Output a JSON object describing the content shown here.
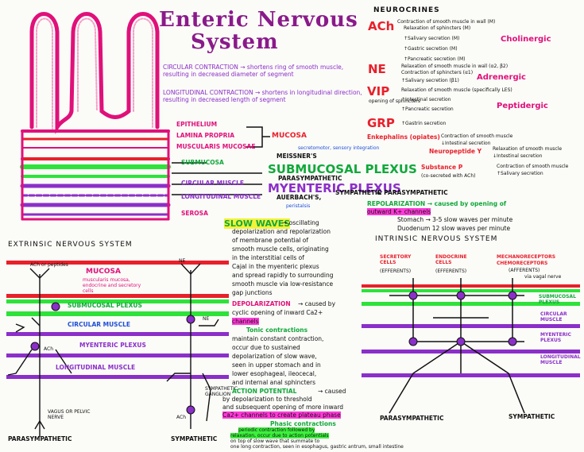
{
  "title_line1": "Enteric Nervous",
  "title_line2": "System",
  "intro": {
    "circular": "CIRCULAR CONTRACTION → shortens ring of smooth muscle, resulting in decreased diameter of segment",
    "longitudinal": "LONGITUDINAL CONTRACTION → shortens in longitudinal direction, resulting in decreased length of segment"
  },
  "layers": {
    "epithelium": "EPITHELIUM",
    "lamina": "LAMINA PROPRIA",
    "muscularis": "MUSCULARIS MUCOSAE",
    "mucosa": "MUCOSA",
    "submucosa": "SUBMUCOSA",
    "circular": "CIRCULAR MUSCLE",
    "longitudinal": "LONGITUDINAL MUSCLE",
    "serosa": "SEROSA"
  },
  "plexus": {
    "submucosal": "SUBMUCOSAL PLEXUS",
    "meissners": "MEISSNER'S",
    "sec": "secretomotor, sensory integration",
    "parasym": "PARASYMPATHETIC",
    "myenteric": "MYENTERIC PLEXUS",
    "auerbachs": "AUERBACH'S,",
    "sym": "SYMPATHETIC",
    "para2": "& PARASYMPATHETIC",
    "motor": "peristalsis"
  },
  "neurocrines": {
    "heading": "NEUROCRINES",
    "ach": "ACh",
    "ach_lines": [
      "Contraction of smooth muscle in wall (M)",
      "Relaxation of sphincters (M)",
      "↑Salivary secretion (M)",
      "↑Gastric secretion (M)",
      "↑Pancreatic secretion (M)"
    ],
    "ach_tag": "Cholinergic",
    "ne": "NE",
    "ne_lines": [
      "Relaxation of smooth muscle in wall (α2, β2)",
      "Contraction of sphincters (α1)",
      "↑Salivary secretion (β1)"
    ],
    "ne_tag": "Adrenergic",
    "vip": "VIP",
    "vip_lines": [
      "Relaxation of smooth muscle (specifically LES)",
      "↑Intestinal secretion",
      "↑Pancreatic secretion"
    ],
    "vip_note": "opening of sphincters",
    "vip_tag": "Peptidergic",
    "grp": "GRP",
    "grp_lines": [
      "↑Gastrin secretion"
    ],
    "enk": "Enkephalins (opiates)",
    "enk_lines": [
      "Contraction of smooth muscle",
      "↓Intestinal secretion"
    ],
    "npy": "Neuropeptide Y",
    "npy_lines": [
      "Relaxation of smooth muscle",
      "↓Intestinal secretion"
    ],
    "subp": "Substance P",
    "subp_note": "(co-secreted with ACh)",
    "subp_lines": [
      "Contraction of smooth muscle",
      "↑Salivary secretion"
    ]
  },
  "repol": {
    "line1": "REPOLARIZATION → caused by opening of",
    "line2": "outward K+ channels",
    "stomach": "Stomach → 3-5 slow waves per minute",
    "duodenum": "Duodenum 12 slow waves per minute"
  },
  "extrinsic": {
    "heading": "EXTRINSIC NERVOUS SYSTEM",
    "mucosa": "MUCOSA",
    "mucosa_sub": "muscularis mucosa, endocrine and secretory cells",
    "submucosal": "SUBMUCOSAL PLEXUS",
    "circular": "CIRCULAR MUSCLE",
    "myenteric": "MYENTERIC PLEXUS",
    "longitudinal": "LONGITUDINAL MUSCLE",
    "ach_pep": "ACh or peptides",
    "ach": "ACh",
    "ne": "NE",
    "vagus": "VAGUS OR PELVIC NERVE",
    "parasym": "PARASYMPATHETIC",
    "sym": "SYMPATHETIC",
    "ach_sym": "ACh",
    "ganglion": "SYMPATHETIC GANGLION"
  },
  "slow": {
    "heading": "SLOW WAVES",
    "body": [
      "→ oscillating",
      "depolarization and repolarization",
      "of membrane potential of",
      "smooth muscle cells, originating",
      "in the interstitial cells of",
      "Cajal in the myenteric plexus",
      "and spread rapidly to surrounding",
      "smooth muscle via low-resistance",
      "gap junctions"
    ],
    "depol": "DEPOLARIZATION",
    "depol_body": [
      "→ caused by",
      "cyclic opening of inward Ca2+",
      "channels"
    ],
    "tonic": "Tonic contractions",
    "tonic_body": [
      "maintain constant contraction,",
      "occur due to sustained",
      "depolarization of slow wave,",
      "seen in upper stomach and in",
      "lower esophageal, ileocecal,",
      "and internal anal sphincters"
    ],
    "ap": "ACTION POTENTIAL",
    "ap_body": [
      "→ caused",
      "by depolarization to threshold",
      "and subsequent opening of more inward",
      "Ca2+ channels to create plateau phase"
    ],
    "phasic": "Phasic contractions",
    "phasic_body": [
      "periodic contraction followed by",
      "relaxation, occur due to action potentials",
      "on top of slow wave that summate to",
      "one long contraction, seen in esophagus, gastric antrum, small intestine"
    ]
  },
  "intrinsic": {
    "heading": "INTRINSIC NERVOUS SYSTEM",
    "secretory": "SECRETORY CELLS",
    "endocrine": "ENDOCRINE CELLS",
    "efferents": "(EFFERENTS)",
    "efferents2": "(EFFERENTS)",
    "mechano": "MECHANORECEPTORS",
    "chemo": "CHEMORECEPTORS",
    "afferents": "(AFFERENTS)",
    "via": "via vagal nerve",
    "submucosal": "SUBMUCOSAL PLEXUS",
    "circular": "CIRCULAR MUSCLE",
    "myenteric": "MYENTERIC PLEXUS",
    "longitudinal": "LONGITUDINAL MUSCLE",
    "parasym": "PARASYMPATHETIC",
    "sym": "SYMPATHETIC"
  }
}
